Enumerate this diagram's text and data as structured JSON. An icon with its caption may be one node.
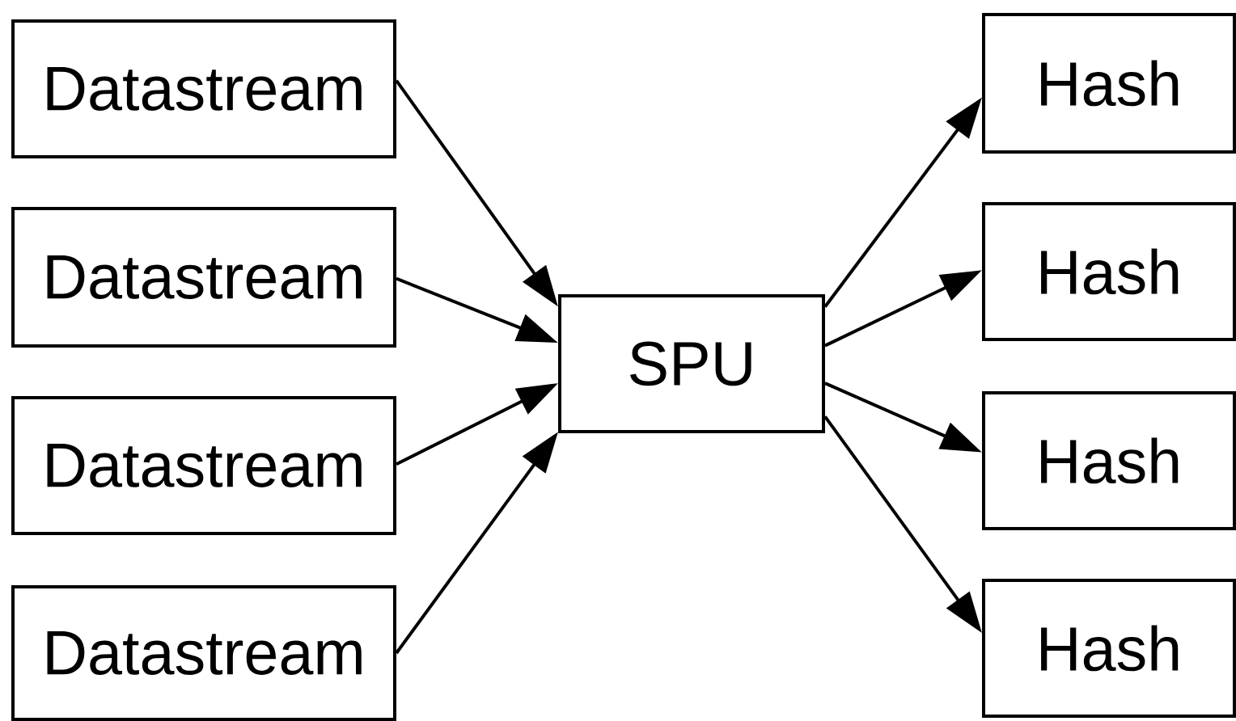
{
  "diagram": {
    "nodes": [
      {
        "text": [
          "Datastream"
        ]
      },
      {
        "text": [
          "Datastream"
        ]
      },
      {
        "text": [
          "Datastream"
        ]
      },
      {
        "text": [
          "Datastream"
        ]
      },
      {
        "text": [
          "SPU"
        ]
      },
      {
        "text": [
          "Hash"
        ]
      },
      {
        "text": [
          "Hash"
        ]
      },
      {
        "text": [
          "Hash"
        ]
      },
      {
        "text": [
          "Hash"
        ]
      }
    ],
    "edges": [
      {
        "from": 0,
        "to": 4,
        "arrow": "to"
      },
      {
        "from": 1,
        "to": 4,
        "arrow": "to"
      },
      {
        "from": 2,
        "to": 4,
        "arrow": "to"
      },
      {
        "from": 3,
        "to": 4,
        "arrow": "to"
      },
      {
        "from": 4,
        "to": 5,
        "arrow": "to"
      },
      {
        "from": 4,
        "to": 6,
        "arrow": "to"
      },
      {
        "from": 4,
        "to": 7,
        "arrow": "to"
      },
      {
        "from": 4,
        "to": 8,
        "arrow": "to"
      }
    ]
  }
}
